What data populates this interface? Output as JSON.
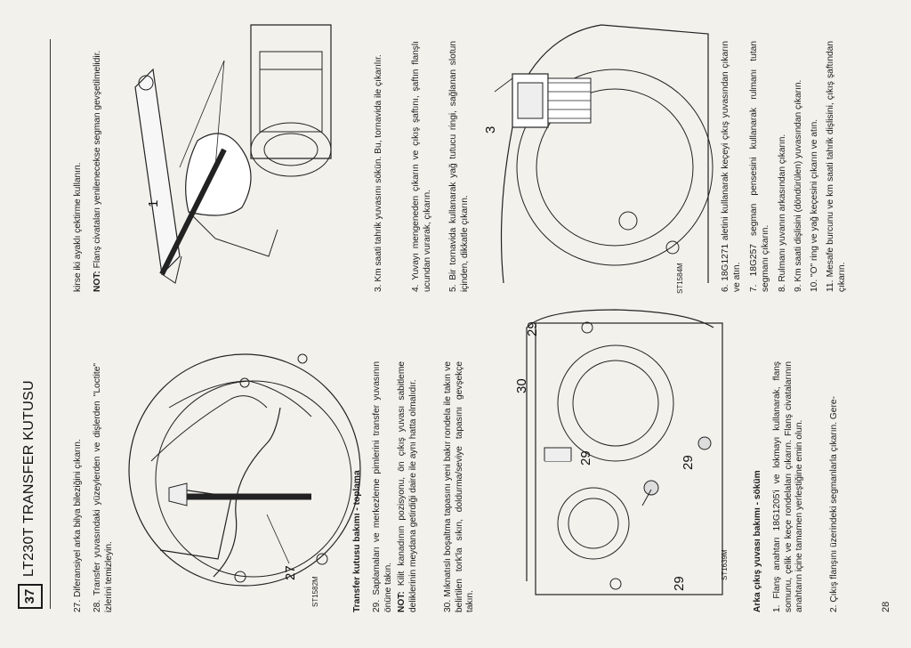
{
  "header": {
    "chapter_number": "37",
    "title": "LT230T TRANSFER KUTUSU"
  },
  "page_number": "28",
  "column1": {
    "para27": "27. Diferansiyel arka bilya bileziğini çıkarın.",
    "para28": "28. Transfer yuvasındaki yüzeylerden ve dişlerden \"Loctite\" izlerini temizleyin.",
    "fig1_label": "27",
    "fig1_caption": "ST1582M",
    "heading1": "Transfer kutusu bakımı - toplama",
    "para29": "29. Saplamaları ve merkezleme pimlerini transfer yuvasının önüne takın.",
    "note_label": "NOT:",
    "note_text": "Kilit kanadının pozisyonu, ön çıkış yuvası sabitleme deliklerinin meydana getirdiği daire ile aynı hatta olmalıdır.",
    "para30": "30. Mıknatıslı boşaltma tapasını yeni bakır rondela ile takın ve belirtilen tork'la sıkın, doldurma/seviye tapasını gevşekçe takın.",
    "fig2_labels": [
      "30",
      "29",
      "29",
      "29",
      "29"
    ],
    "fig2_caption": "ST1639M",
    "heading2": "Arka çıkış yuvası bakımı - söküm",
    "para1": "1. Flanş anahtarı 18G1205'i ve lokmayı kullanarak, flanş somunu, çelik ve keçe rondelaları çıkarın. Flanş civatalarının anahtarın içine tamamen yerleştiğine emin olun.",
    "para2": "2. Çıkış flanşını üzerindeki segmanlarla çıkarın. Gere-"
  },
  "column2": {
    "cont": "kirse iki ayaklı çektirme kullanın.",
    "note_label": "NOT:",
    "note_text": "Flanş civataları yenilenecekse segman gevşetilmelidir.",
    "fig3_label": "1",
    "para3": "3. Km saati tahrik yuvasını sökün. Bu, tornavida ile çıkarılır.",
    "para4": "4. Yuvayı mengeneden çıkarın ve çıkış şaftını, şaftın flanşlı ucundan vurarak, çıkarın.",
    "para5": "5. Bir tornavida kullanarak yağ tutucu ringi, sağlanan slotun içinden, dikkatle çıkarın.",
    "fig4_label": "3",
    "fig4_caption": "ST1584M",
    "para6": "6. 18G1271 aletini kullanarak keçeyi çıkış yuvasından çıkarın ve atın.",
    "para7": "7. 18G257 segman pensesini kullanarak rulmanı tutan segmanı çıkarın.",
    "para8": "8. Rulmanı yuvanın arkasından çıkarın.",
    "para9": "9. Km saati dişlisini (döndürülen) yuvasından çıkarın.",
    "para10": "10. \"O\" ring ve yağ keçesini çıkarın ve atın.",
    "para11": "11. Mesafe burcunu ve km saati tahrik dişlisini, çıkış şaftından çıkarın."
  }
}
